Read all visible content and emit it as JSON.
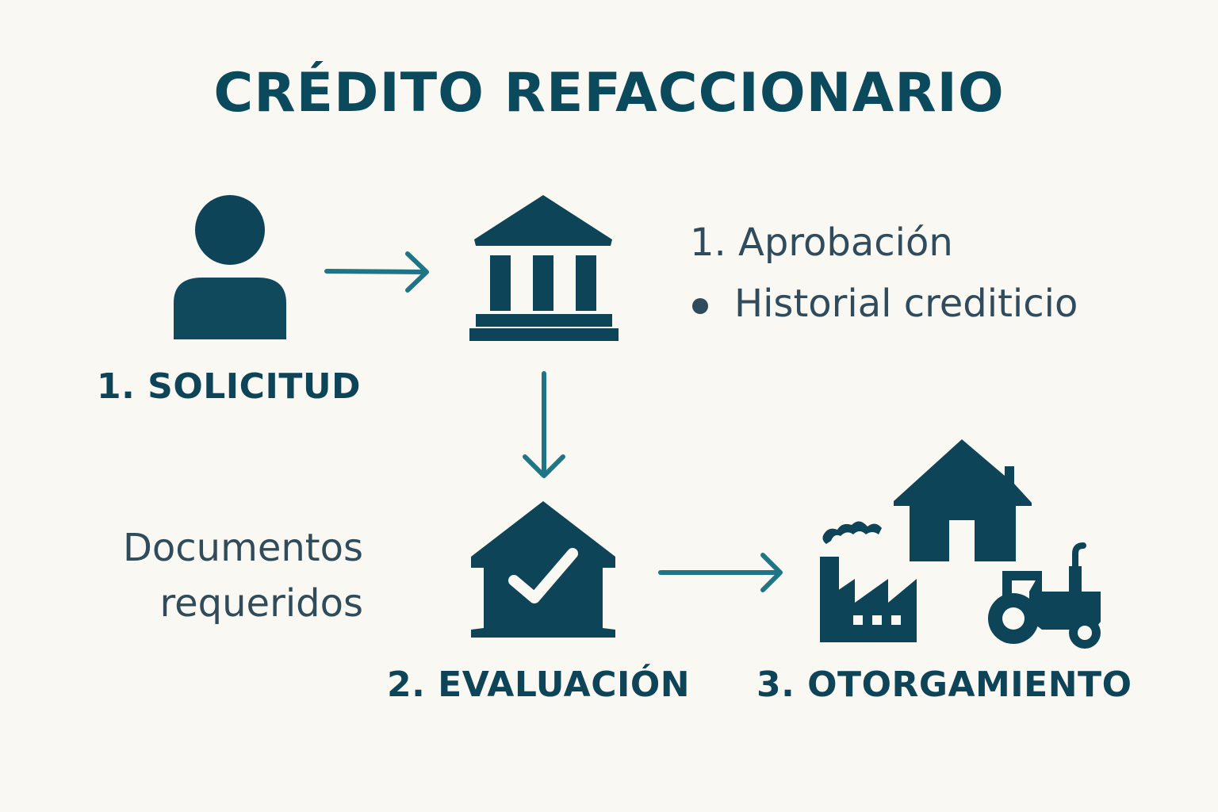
{
  "title": "CRÉDITO REFACCIONARIO",
  "steps": {
    "solicitud": "1. SOLICITUD",
    "evaluacion": "2. EVALUACIÓN",
    "otorgamiento": "3. OTORGAMIENTO"
  },
  "approval": {
    "heading": "1. Aprobación",
    "bullet_item": "Historial crediticio"
  },
  "documents": {
    "line1": "Documentos",
    "line2": "requeridos"
  },
  "icons": {
    "applicant": "person-icon",
    "bank": "bank-building-icon",
    "evaluation": "house-checkmark-icon",
    "factory": "factory-icon",
    "house": "house-icon",
    "tractor": "tractor-icon"
  },
  "colors": {
    "background": "#faf8f3",
    "icon_dark": "#0d4457",
    "title": "#0b4a5c",
    "arrow": "#1f7585",
    "body_text": "#2f4b5c"
  }
}
